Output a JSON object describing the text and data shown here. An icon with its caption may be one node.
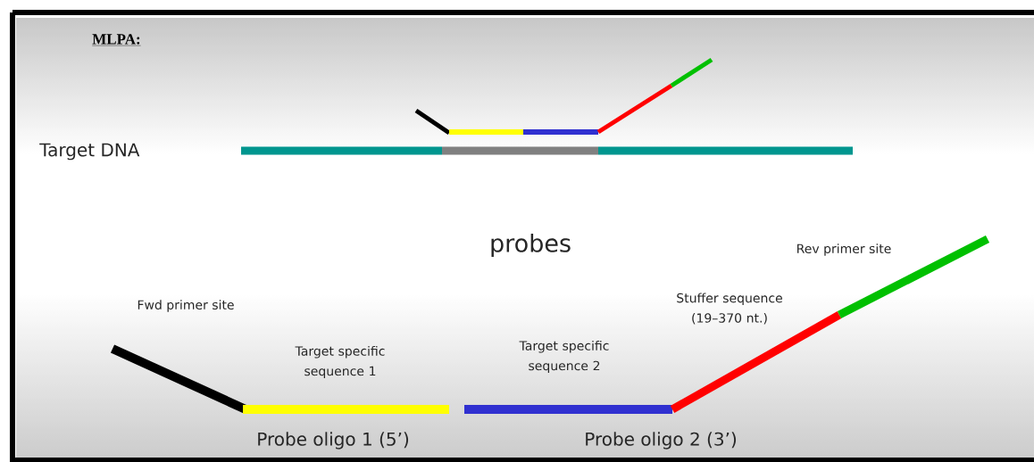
{
  "diagram": {
    "title": "MLPA:",
    "labels": [
      "Target DNA",
      "probes",
      "Rev primer site",
      "Fwd primer site",
      "Stuffer sequence (19–370 nt.)",
      "Target specific sequence 2",
      "Target specific sequence 1",
      "Probe oligo 1 (5’)",
      "Probe oligo 2 (3’)"
    ]
  }
}
